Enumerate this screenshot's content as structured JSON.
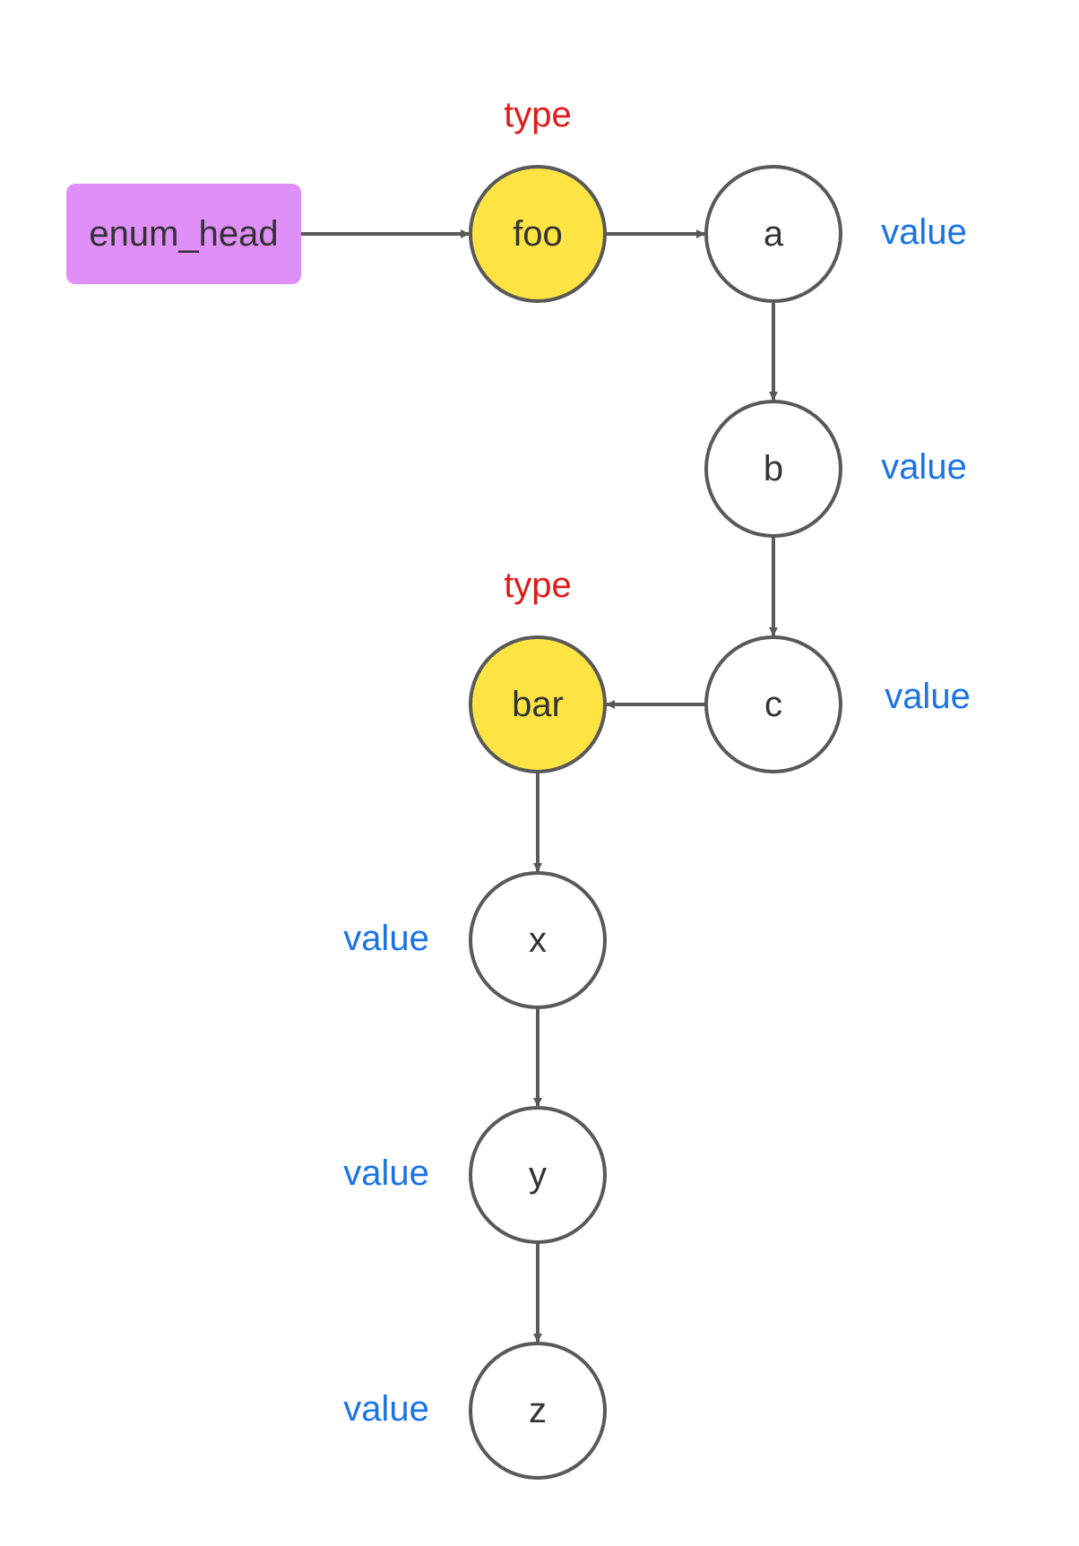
{
  "head": {
    "label": "enum_head",
    "fill": "#e08ef8"
  },
  "nodes": {
    "foo": {
      "label": "foo",
      "kind": "type"
    },
    "a": {
      "label": "a",
      "kind": "value"
    },
    "b": {
      "label": "b",
      "kind": "value"
    },
    "c": {
      "label": "c",
      "kind": "value"
    },
    "bar": {
      "label": "bar",
      "kind": "type"
    },
    "x": {
      "label": "x",
      "kind": "value"
    },
    "y": {
      "label": "y",
      "kind": "value"
    },
    "z": {
      "label": "z",
      "kind": "value"
    }
  },
  "annotations": {
    "foo": "type",
    "a": "value",
    "b": "value",
    "c": "value",
    "bar": "type",
    "x": "value",
    "y": "value",
    "z": "value"
  },
  "edges": [
    [
      "enum_head",
      "foo"
    ],
    [
      "foo",
      "a"
    ],
    [
      "a",
      "b"
    ],
    [
      "b",
      "c"
    ],
    [
      "c",
      "bar"
    ],
    [
      "bar",
      "x"
    ],
    [
      "x",
      "y"
    ],
    [
      "y",
      "z"
    ]
  ],
  "colors": {
    "type_node_fill": "#fde443",
    "value_node_fill": "#ffffff",
    "node_stroke": "#595959",
    "arrow": "#595959",
    "type_label": "#e11b1b",
    "value_label": "#1a73e8"
  }
}
